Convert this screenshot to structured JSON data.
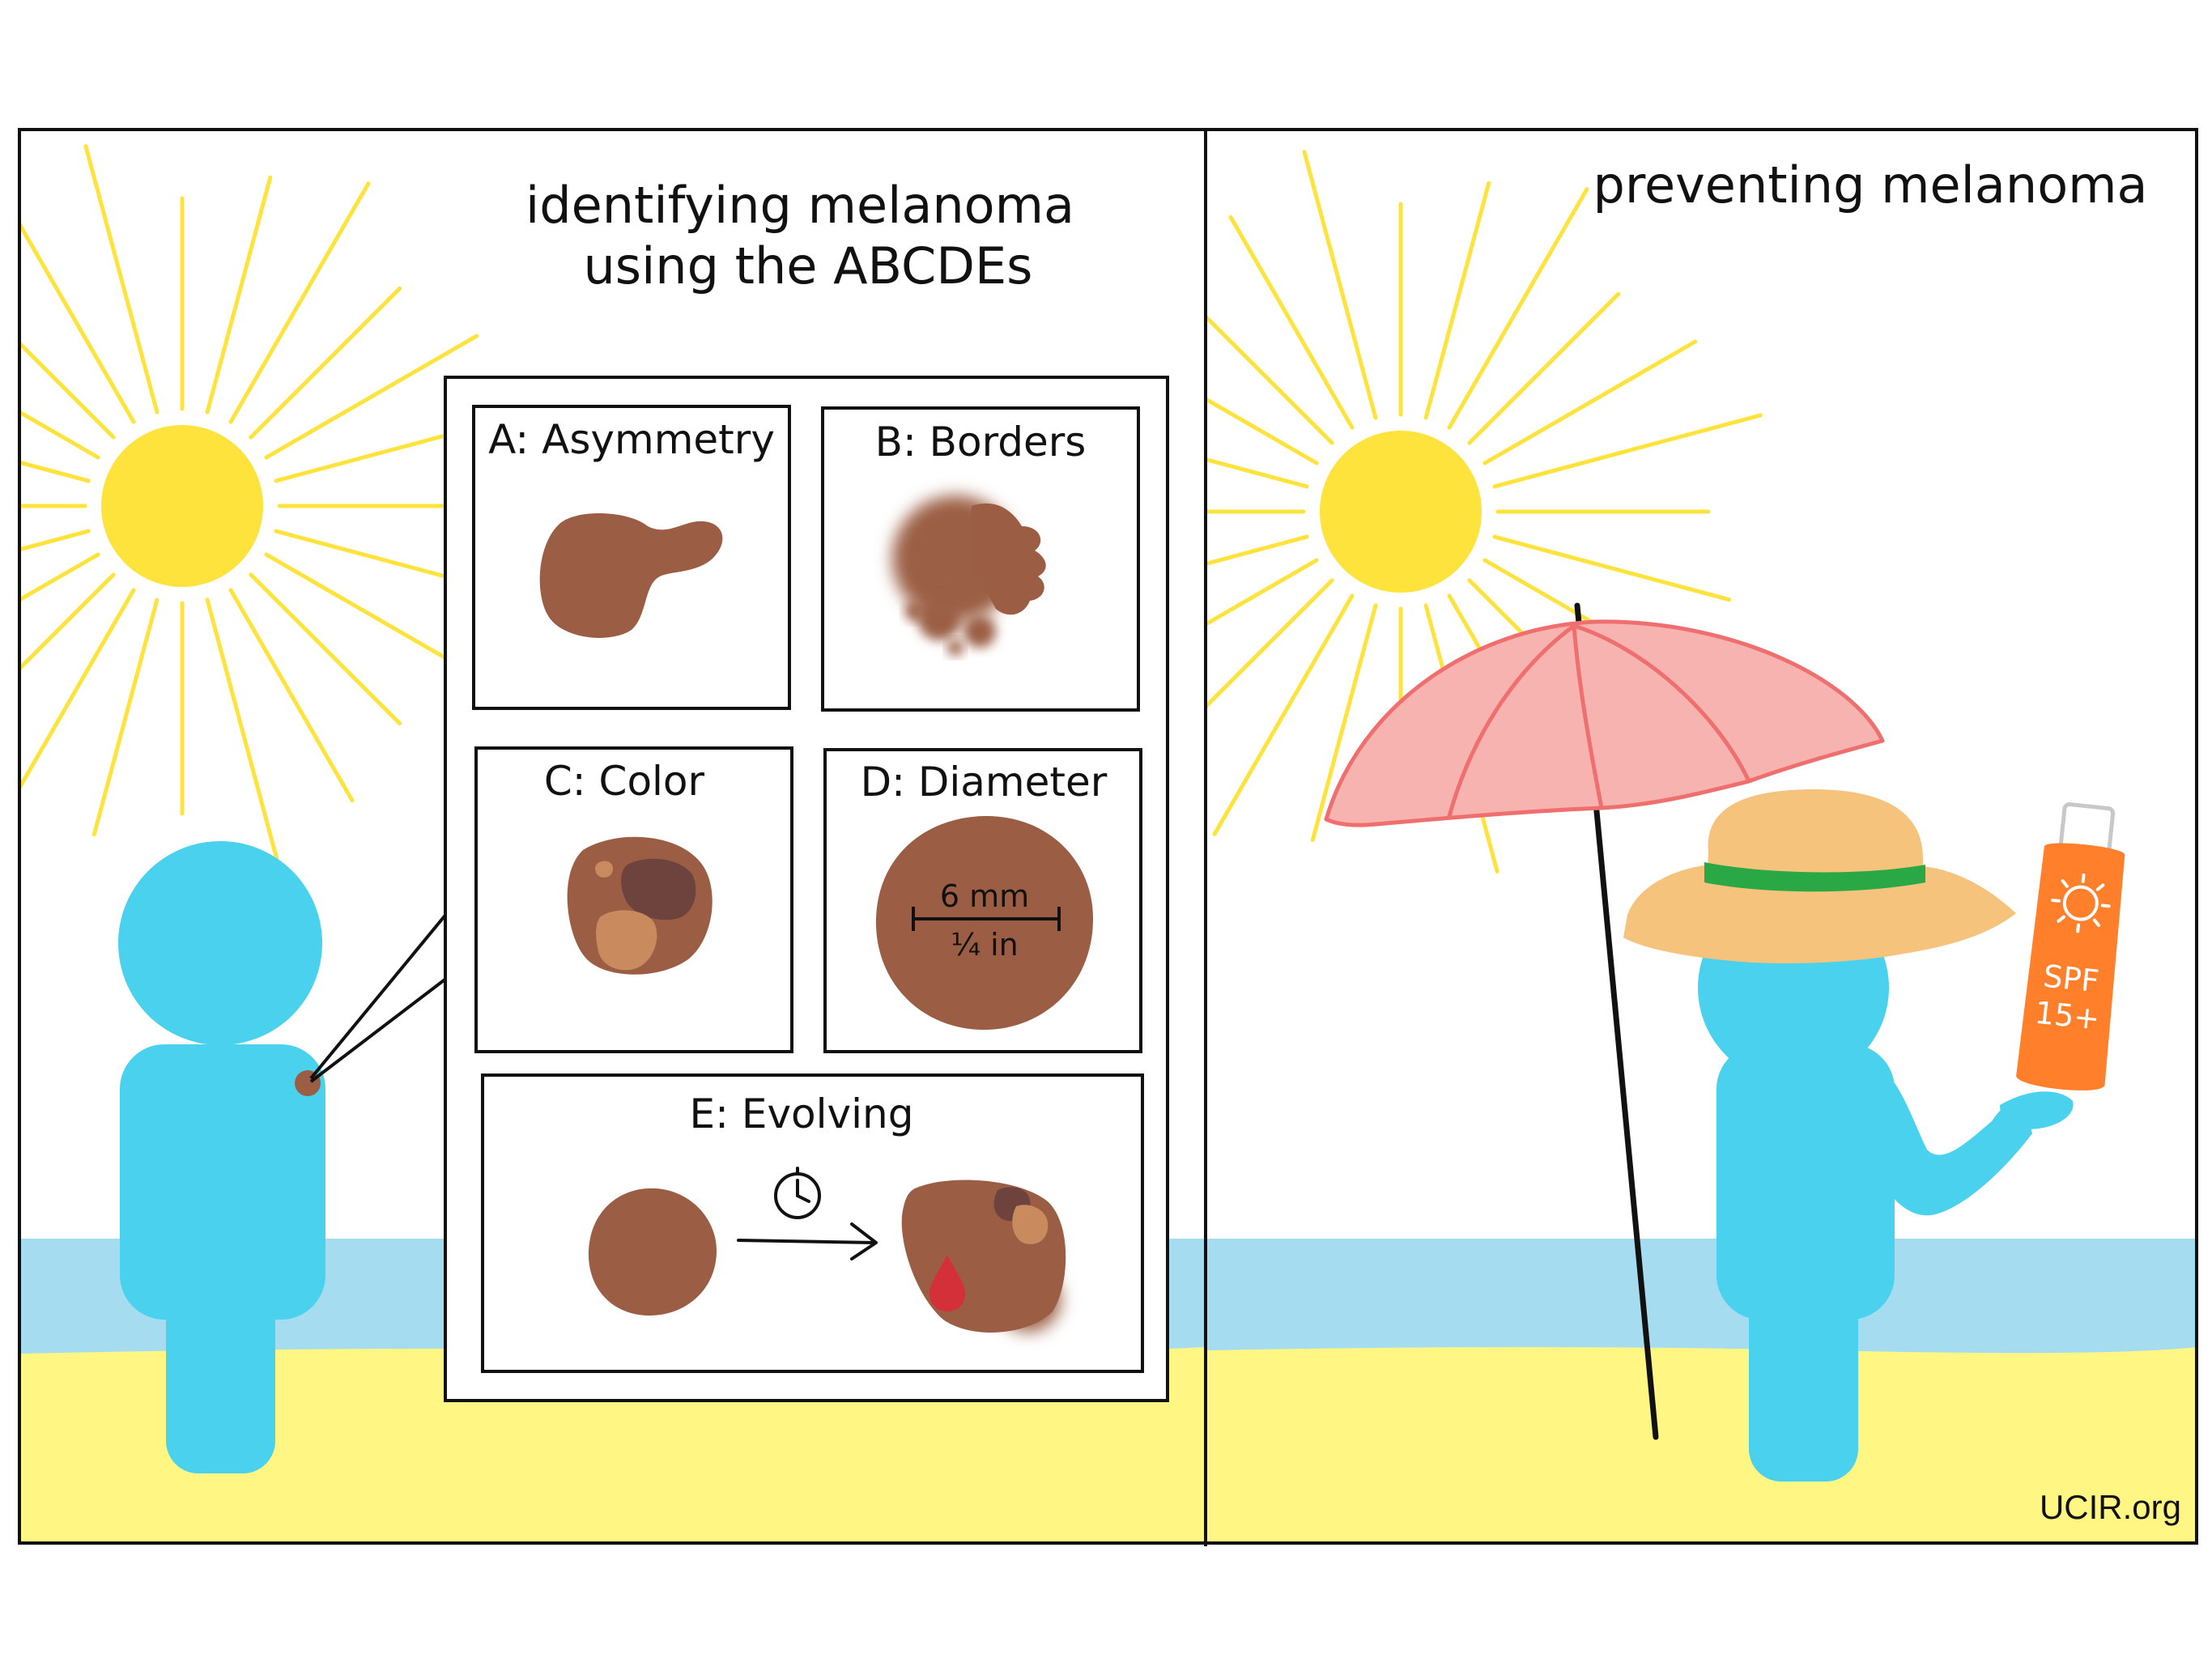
{
  "left_panel": {
    "title_line1": "identifying  melanoma",
    "title_line2": "using  the  ABCDEs",
    "cells": {
      "a": {
        "label": "A: Asymmetry"
      },
      "b": {
        "label": "B: Borders"
      },
      "c": {
        "label": "C: Color"
      },
      "d": {
        "label": "D: Diameter",
        "measure_metric": "6 mm",
        "measure_imperial": "¼ in"
      },
      "e": {
        "label": "E: Evolving"
      }
    }
  },
  "right_panel": {
    "title": "preventing  melanoma",
    "sunscreen": {
      "line1": "SPF",
      "line2": "15+"
    }
  },
  "credit": "UCIR.org",
  "colors": {
    "sun": "#FFE33D",
    "sun_rays": "#FFE33D",
    "person": "#49D1EE",
    "sea": "#A6DCF0",
    "sand": "#FFF684",
    "mole": "#9B5E45",
    "mole_light": "#C98A5E",
    "mole_dark": "#6E433D",
    "blood": "#D3303A",
    "umbrella": "#F7B3B0",
    "umbrella_edge": "#EF6F6F",
    "hat": "#F6C37D",
    "hat_band": "#2AA845",
    "sunscreen": "#FF7F2A",
    "cap": "#C8C8C8"
  },
  "icons": [
    "sun-icon",
    "clock-icon",
    "arrow-right-icon",
    "blood-drop-icon",
    "sunscreen-bottle-icon",
    "umbrella-icon",
    "hat-icon"
  ]
}
